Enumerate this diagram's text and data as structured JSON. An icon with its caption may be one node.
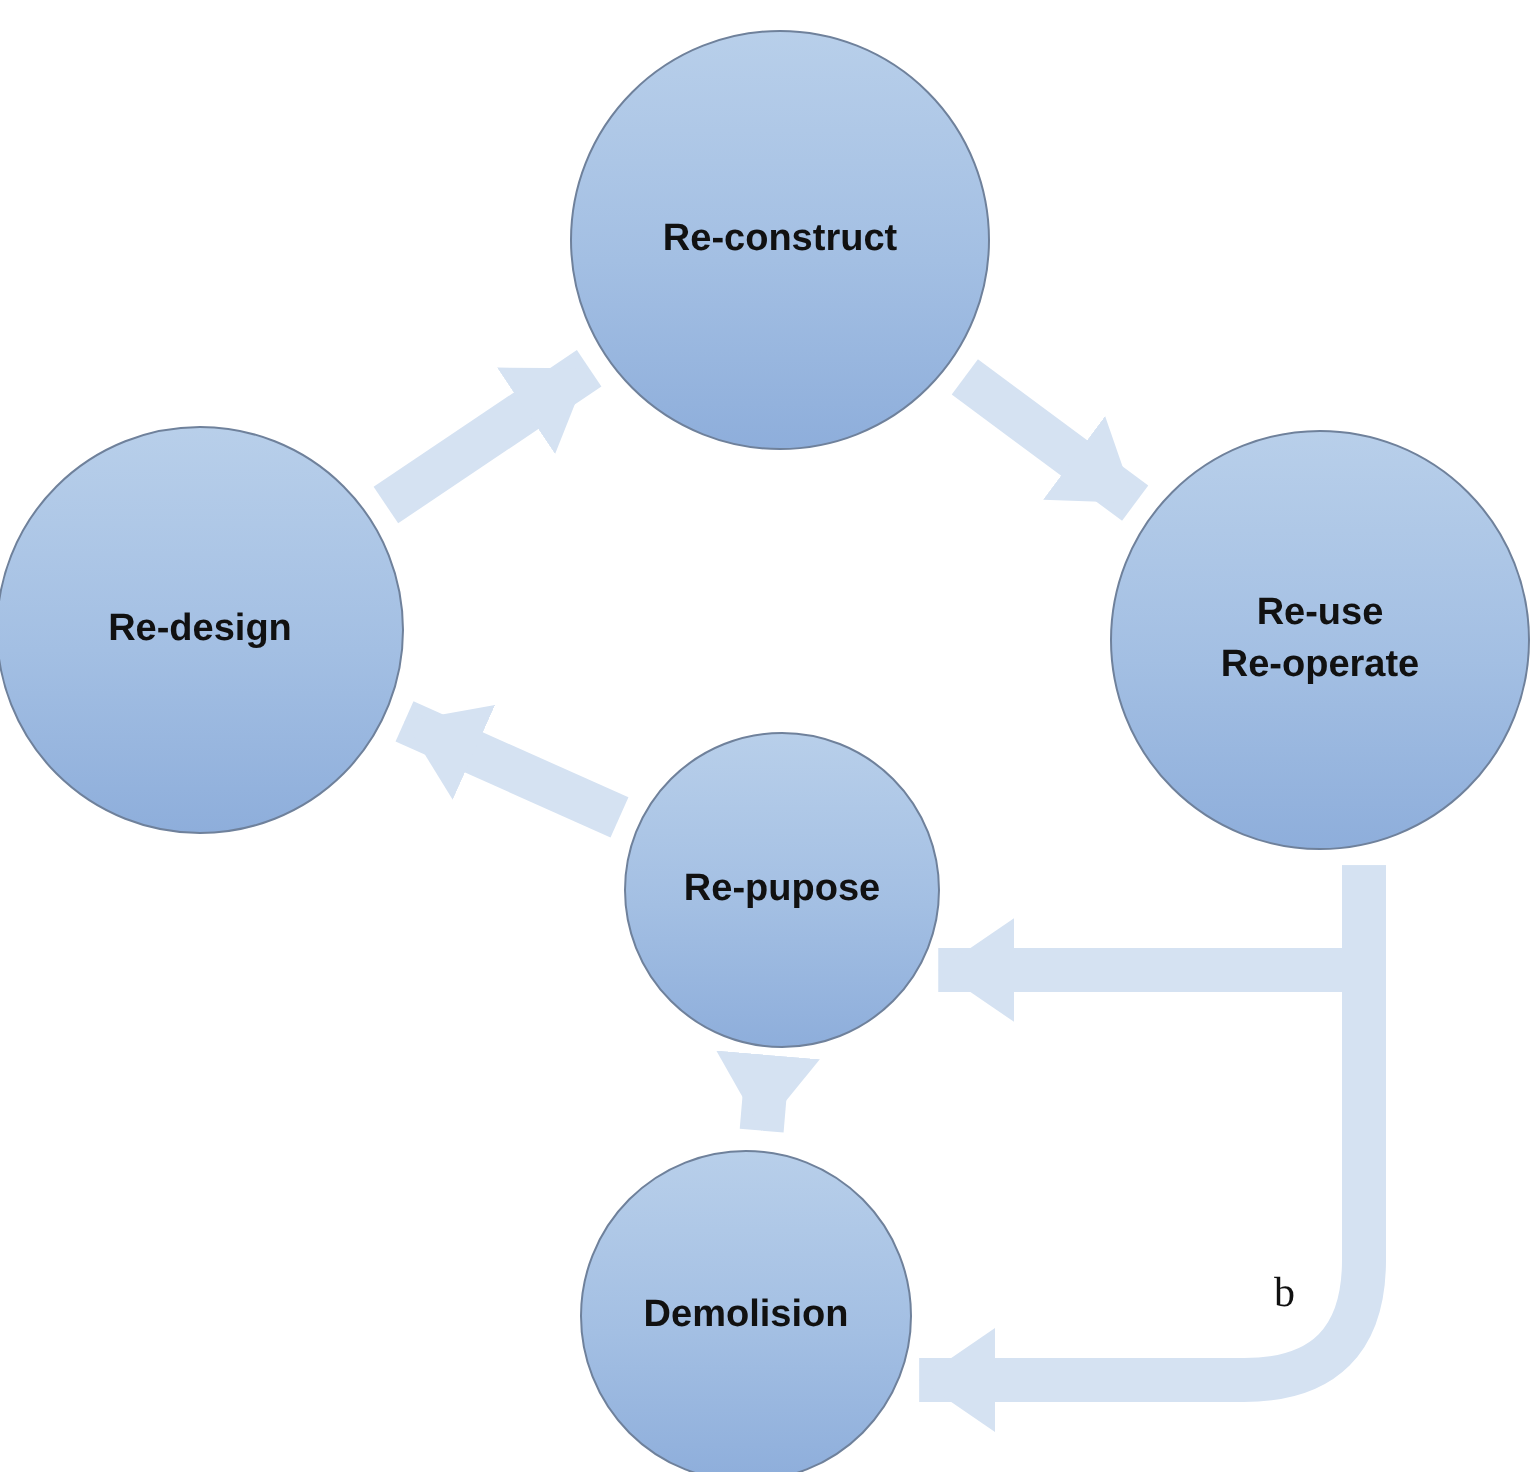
{
  "diagram": {
    "nodes": [
      {
        "text": [
          "Re-construct"
        ]
      },
      {
        "text": [
          "Re-design"
        ]
      },
      {
        "text": [
          "Re-use",
          "Re-operate"
        ]
      },
      {
        "text": [
          "Re-pupose"
        ]
      },
      {
        "text": [
          "Demolision"
        ]
      }
    ],
    "edges": [
      {
        "from": 1,
        "to": 0,
        "arrow": "to"
      },
      {
        "from": 0,
        "to": 2,
        "arrow": "to"
      },
      {
        "from": 3,
        "to": 1,
        "arrow": "to"
      },
      {
        "from": 2,
        "to": 3,
        "arrow": "to"
      },
      {
        "from": 2,
        "to": 4,
        "arrow": "to"
      },
      {
        "from": 3,
        "to": 4,
        "arrow": "to"
      }
    ],
    "labels": [
      "b"
    ]
  }
}
